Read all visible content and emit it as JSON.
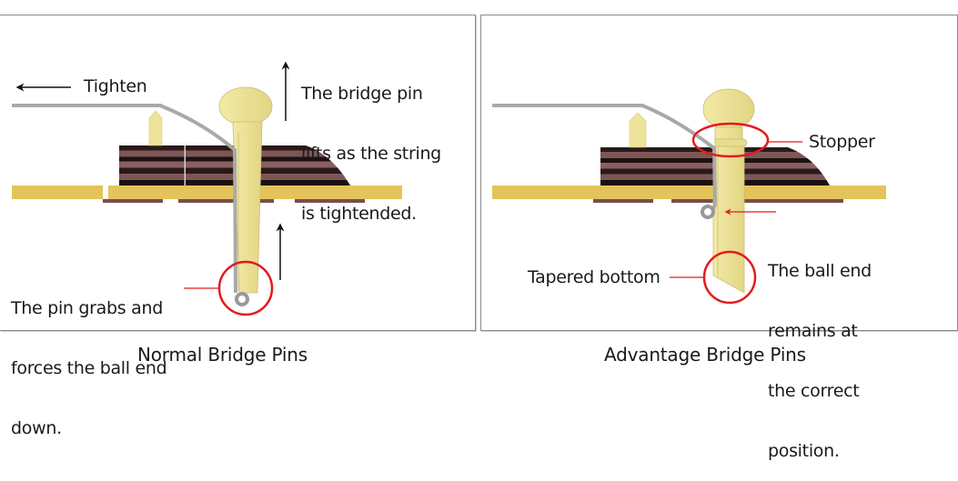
{
  "panels": [
    {
      "caption": "Normal Bridge Pins",
      "labels": {
        "tighten": "Tighten",
        "pin_lifts": [
          "The bridge pin",
          "lifts as the string",
          "is tightended."
        ],
        "pin_grabs": [
          "The pin grabs and",
          "forces the ball end",
          "down."
        ]
      }
    },
    {
      "caption": "Advantage Bridge Pins",
      "labels": {
        "stopper": "Stopper",
        "ball_end": [
          "The ball end",
          "remains at",
          "the correct",
          "position."
        ],
        "tapered": "Tapered bottom"
      }
    }
  ],
  "colors": {
    "pin": "#ede39a",
    "pin_outline": "#c9b86a",
    "bridge_plate": "#e4c45a",
    "wood_dark": "#2a1a1a",
    "wood_light": "#8a5e5e",
    "string": "#a9a9a9",
    "highlight": "#e31b1b",
    "arrow": "#111111"
  }
}
